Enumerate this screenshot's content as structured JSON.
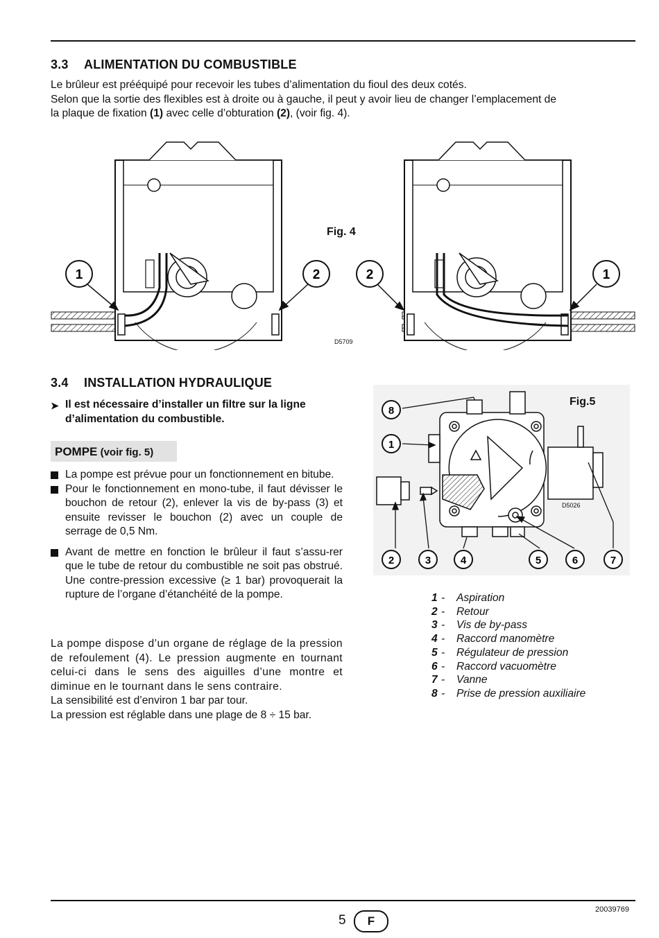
{
  "section_33": {
    "number": "3.3",
    "title": "ALIMENTATION DU COMBUSTIBLE",
    "line1": "Le brûleur est prééquipé pour recevoir les tubes d’alimentation du fioul des deux cotés.",
    "line2": "Selon que la sortie des flexibles est à droite ou à gauche, il peut y avoir lieu de changer l’emplacement de",
    "line3_a": "la plaque de fixation ",
    "line3_b": "(1)",
    "line3_c": " avec celle d’obturation ",
    "line3_d": "(2)",
    "line3_e": ", (voir fig. 4)."
  },
  "figure4": {
    "label": "Fig. 4",
    "code": "D5709",
    "callouts": [
      "1",
      "2",
      "2",
      "1"
    ]
  },
  "section_34": {
    "number": "3.4",
    "title": "INSTALLATION HYDRAULIQUE",
    "warning": "Il est nécessaire d’installer un filtre sur la ligne d’alimentation du combustible.",
    "pompe_title": "POMPE",
    "pompe_ref": " (voir fig. 5)",
    "bullets": [
      "La pompe est prévue pour un fonctionnement en bitube.",
      "Pour le fonctionnement en mono-tube, il faut dévisser le bouchon de retour (2), enlever la vis de by-pass (3) et ensuite revisser le bouchon (2) avec un couple de serrage de 0,5 Nm.",
      "Avant de mettre en fonction le brûleur il faut s’assu-rer que le tube de retour du combustible ne soit pas obstrué. Une contre-pression excessive (≥ 1 bar) provoquerait la rupture de l’organe d’étanchéité de la pompe."
    ],
    "para1": "La pompe dispose d’un organe de réglage de la pression de refoulement (4). Le pression augmente en tournant celui-ci dans le sens des aiguilles d’une montre et diminue en le tournant dans le sens contraire.",
    "para2": "La sensibilité est d’environ 1 bar par tour.",
    "para3": "La pression est réglable dans une plage de 8 ÷ 15 bar."
  },
  "figure5": {
    "label": "Fig.5",
    "code": "D5026",
    "callouts": [
      "8",
      "1",
      "2",
      "3",
      "4",
      "5",
      "6",
      "7"
    ]
  },
  "legend": [
    {
      "n": "1",
      "text": "Aspiration"
    },
    {
      "n": "2",
      "text": "Retour"
    },
    {
      "n": "3",
      "text": "Vis de by-pass"
    },
    {
      "n": "4",
      "text": "Raccord manomètre"
    },
    {
      "n": "5",
      "text": "Régulateur de pression"
    },
    {
      "n": "6",
      "text": "Raccord vacuomètre"
    },
    {
      "n": "7",
      "text": "Vanne"
    },
    {
      "n": "8",
      "text": "Prise de pression auxiliaire"
    }
  ],
  "footer": {
    "doc_number": "20039769",
    "page": "5",
    "lang": "F"
  }
}
